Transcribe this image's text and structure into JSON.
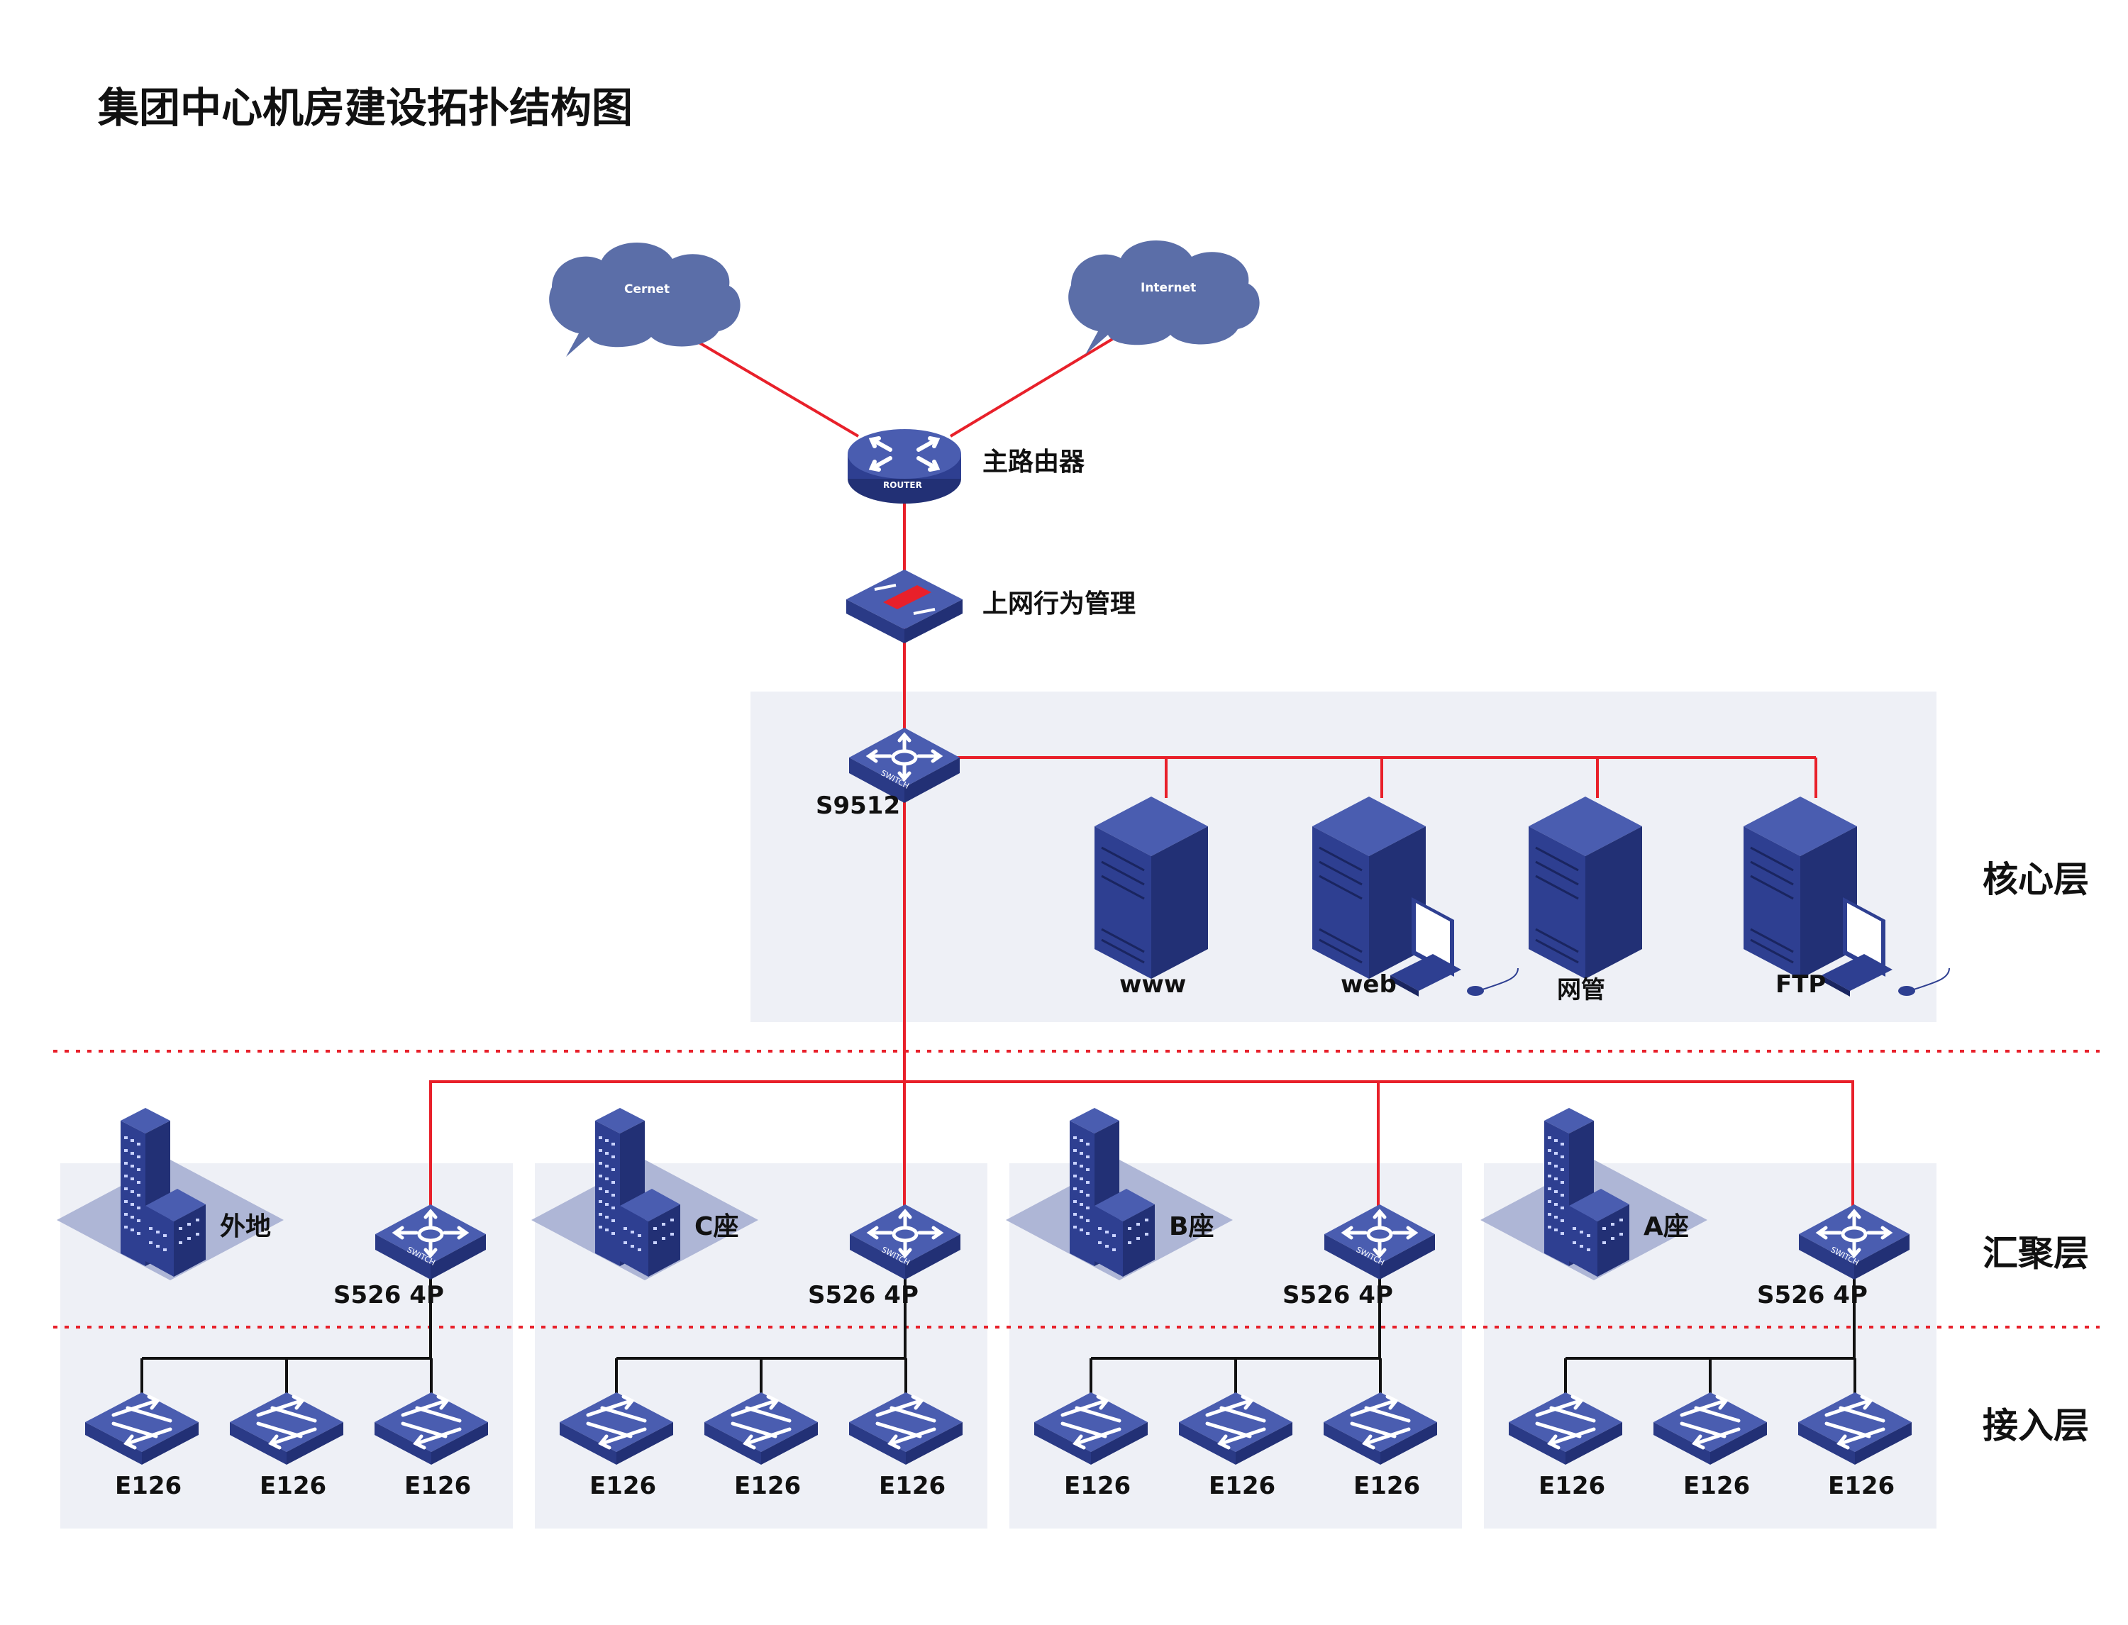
{
  "title": "集团中心机房建设拓扑结构图",
  "colors": {
    "link_red": "#e8202a",
    "link_black": "#111111",
    "device_blue": "#2e3f91",
    "device_dark": "#223075",
    "device_light": "#4a5db0",
    "cloud": "#5b6ea8",
    "panel": "#eef0f6",
    "divider": "#e8202a"
  },
  "clouds": [
    {
      "label": "Cernet",
      "icon": "cloud-icon"
    },
    {
      "label": "Internet",
      "icon": "cloud-icon"
    }
  ],
  "router": {
    "label": "主路由器",
    "badge": "ROUTER",
    "icon": "router-icon"
  },
  "firewall": {
    "label": "上网行为管理",
    "icon": "firewall-icon"
  },
  "core": {
    "layer_label": "核心层",
    "switch": {
      "label": "S9512",
      "badge": "SWITCH",
      "icon": "core-switch-icon"
    },
    "servers": [
      {
        "label": "www",
        "icon": "server-icon"
      },
      {
        "label": "web",
        "icon": "server-workstation-icon"
      },
      {
        "label": "网管",
        "icon": "server-icon"
      },
      {
        "label": "FTP",
        "icon": "server-workstation-icon"
      }
    ]
  },
  "aggregation": {
    "layer_label": "汇聚层",
    "sites": [
      {
        "name": "外地",
        "switch": "S526 4P",
        "badge": "SWITCH"
      },
      {
        "name": "C座",
        "switch": "S526 4P",
        "badge": "SWITCH"
      },
      {
        "name": "B座",
        "switch": "S526 4P",
        "badge": "SWITCH"
      },
      {
        "name": "A座",
        "switch": "S526 4P",
        "badge": "SWITCH"
      }
    ]
  },
  "access": {
    "layer_label": "接入层",
    "switch_label": "E126",
    "per_site": 3
  }
}
